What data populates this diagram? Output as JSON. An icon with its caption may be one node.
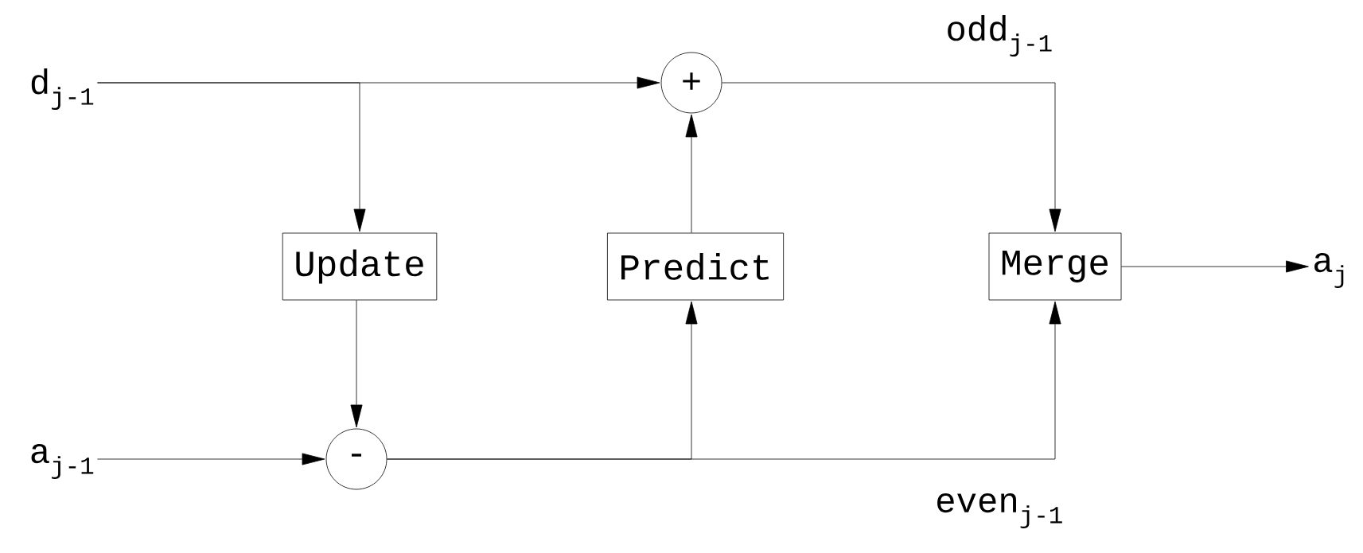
{
  "diagram": {
    "nodes": [
      {
        "text": [
          "d$_{j-1}$"
        ]
      },
      {
        "text": [
          "+"
        ]
      },
      {
        "text": [
          "Update"
        ]
      },
      {
        "text": [
          "Predict"
        ]
      },
      {
        "text": [
          "Merge"
        ]
      },
      {
        "text": [
          "a$_{j}$"
        ]
      },
      {
        "text": [
          "a$_{j-1}$"
        ]
      },
      {
        "text": [
          "-"
        ]
      }
    ],
    "edges": [
      {
        "from": 0,
        "to": 1,
        "arrow": "to"
      },
      {
        "from": 0,
        "to": 2,
        "arrow": "to"
      },
      {
        "from": 3,
        "to": 1,
        "arrow": "to"
      },
      {
        "from": 1,
        "to": 4,
        "arrow": "to",
        "label": "odd$_{j-1}$"
      },
      {
        "from": 2,
        "to": 7,
        "arrow": "to"
      },
      {
        "from": 6,
        "to": 7,
        "arrow": "to"
      },
      {
        "from": 7,
        "to": 3,
        "arrow": "to"
      },
      {
        "from": 7,
        "to": 4,
        "arrow": "to",
        "label": "even$_{j-1}$"
      },
      {
        "from": 4,
        "to": 5,
        "arrow": "to"
      }
    ]
  }
}
